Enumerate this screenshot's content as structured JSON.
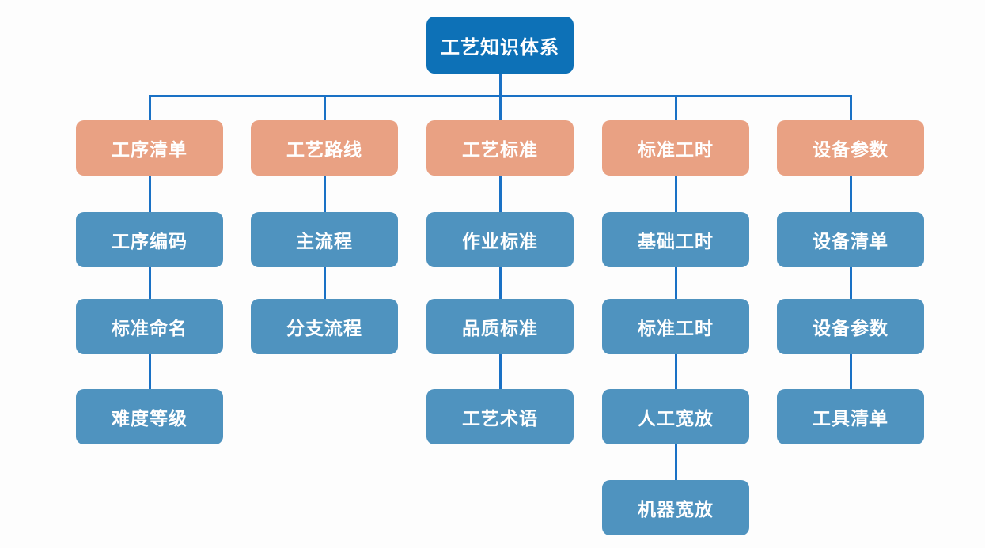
{
  "diagram": {
    "title": "工艺知识体系",
    "colors": {
      "root_bg": "#0d71b7",
      "branch_bg": "#e9a183",
      "child_bg": "#4f93bf",
      "connector": "#1a71c5",
      "text": "#ffffff",
      "background": "#fdfdfd"
    },
    "root": {
      "label": "工艺知识体系"
    },
    "branches": [
      {
        "label": "工序清单",
        "children": [
          "工序编码",
          "标准命名",
          "难度等级"
        ]
      },
      {
        "label": "工艺路线",
        "children": [
          "主流程",
          "分支流程"
        ]
      },
      {
        "label": "工艺标准",
        "children": [
          "作业标准",
          "品质标准",
          "工艺术语"
        ]
      },
      {
        "label": "标准工时",
        "children": [
          "基础工时",
          "标准工时",
          "人工宽放",
          "机器宽放"
        ]
      },
      {
        "label": "设备参数",
        "children": [
          "设备清单",
          "设备参数",
          "工具清单"
        ]
      }
    ]
  }
}
